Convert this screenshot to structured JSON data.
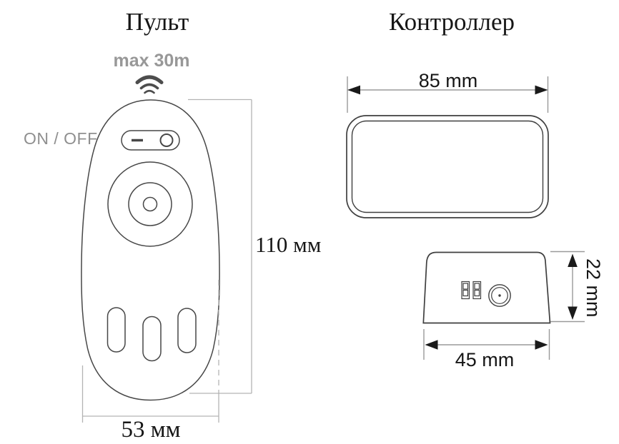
{
  "remote": {
    "title": "Пульт",
    "range_label": "max 30m",
    "power_label": "ON / OFF",
    "height_dim": "110 мм",
    "width_dim": "53 мм"
  },
  "controller": {
    "title": "Контроллер",
    "top_width_dim": "85 mm",
    "side_height_dim": "22 mm",
    "side_width_dim": "45 mm"
  },
  "icons": {
    "wifi": "wifi-signal-icon"
  },
  "colors": {
    "background": "#ffffff",
    "drawing_outline": "#474747",
    "remote_dimension_line": "#b3b3b3",
    "controller_dimension_line": "#9a9a9a",
    "arrowhead": "#1a1a1a",
    "gray_label": "#989898",
    "text": "#161616",
    "wifi_icon": "#4d4d4d"
  }
}
